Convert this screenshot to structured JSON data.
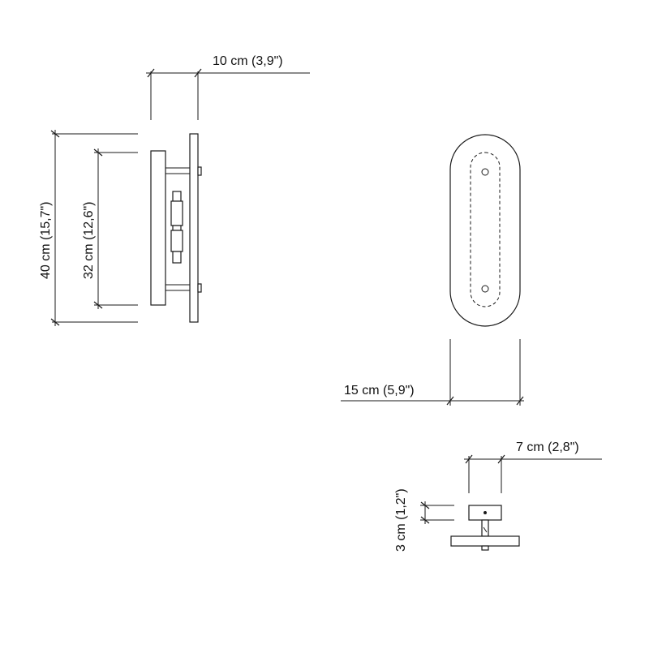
{
  "dimensions": {
    "depth": "10 cm (3,9\")",
    "height_total": "40 cm (15,7\")",
    "height_inner": "32 cm (12,6\")",
    "width": "15 cm (5,9\")",
    "base_depth": "7 cm (2,8\")",
    "base_height": "3 cm (1,2\")"
  }
}
